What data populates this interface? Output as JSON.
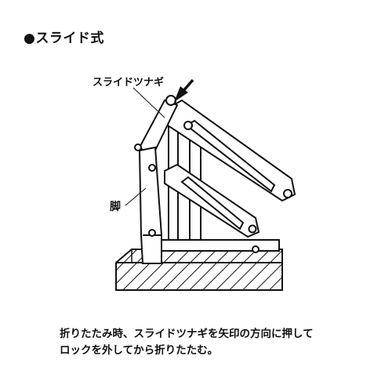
{
  "heading": "●スライド式",
  "labels": {
    "slide_joint": "スライドツナギ",
    "leg": "脚"
  },
  "caption": {
    "line1": "折りたたみ時、スライドツナギを矢印の方向に押して",
    "line2": "ロックを外してから折りたたむ。"
  }
}
